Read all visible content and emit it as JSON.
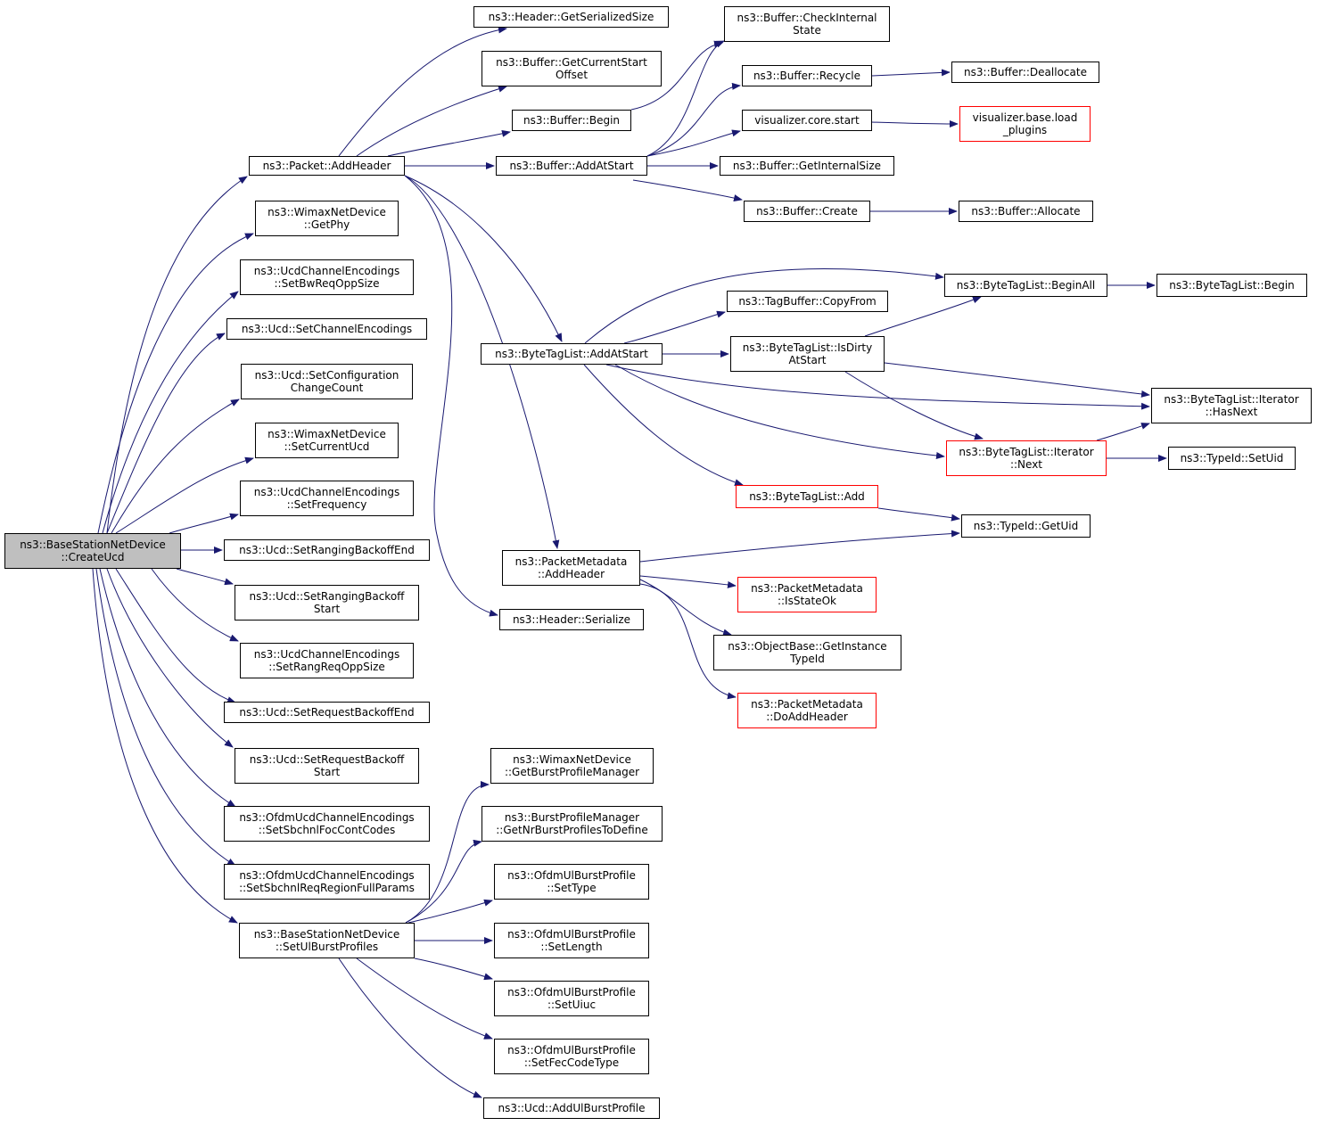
{
  "colors": {
    "edge": "#191970",
    "node_border": "#000000",
    "truncated_border": "#ff0000",
    "root_fill": "#bfbfbf",
    "background": "#ffffff"
  },
  "nodes": {
    "root": {
      "line1": "ns3::BaseStationNetDevice",
      "line2": "::CreateUcd"
    },
    "packet_addheader": {
      "line1": "ns3::Packet::AddHeader"
    },
    "getphy": {
      "line1": "ns3::WimaxNetDevice",
      "line2": "::GetPhy"
    },
    "setbwreq": {
      "line1": "ns3::UcdChannelEncodings",
      "line2": "::SetBwReqOppSize"
    },
    "setchannelenc": {
      "line1": "ns3::Ucd::SetChannelEncodings"
    },
    "setconfig": {
      "line1": "ns3::Ucd::SetConfiguration",
      "line2": "ChangeCount"
    },
    "setcurrentucd": {
      "line1": "ns3::WimaxNetDevice",
      "line2": "::SetCurrentUcd"
    },
    "setfrequency": {
      "line1": "ns3::UcdChannelEncodings",
      "line2": "::SetFrequency"
    },
    "setrangingend": {
      "line1": "ns3::Ucd::SetRangingBackoffEnd"
    },
    "setrangingstart": {
      "line1": "ns3::Ucd::SetRangingBackoff",
      "line2": "Start"
    },
    "setrangreq": {
      "line1": "ns3::UcdChannelEncodings",
      "line2": "::SetRangReqOppSize"
    },
    "setrequestend": {
      "line1": "ns3::Ucd::SetRequestBackoffEnd"
    },
    "setrequeststart": {
      "line1": "ns3::Ucd::SetRequestBackoff",
      "line2": "Start"
    },
    "sbchnlfoc": {
      "line1": "ns3::OfdmUcdChannelEncodings",
      "line2": "::SetSbchnlFocContCodes"
    },
    "sbchnlreq": {
      "line1": "ns3::OfdmUcdChannelEncodings",
      "line2": "::SetSbchnlReqRegionFullParams"
    },
    "setulburst": {
      "line1": "ns3::BaseStationNetDevice",
      "line2": "::SetUlBurstProfiles"
    },
    "header_getsize": {
      "line1": "ns3::Header::GetSerializedSize"
    },
    "buffer_getcurrent": {
      "line1": "ns3::Buffer::GetCurrentStart",
      "line2": "Offset"
    },
    "buffer_begin": {
      "line1": "ns3::Buffer::Begin"
    },
    "buffer_addatstart": {
      "line1": "ns3::Buffer::AddAtStart"
    },
    "bytetag_addatstart": {
      "line1": "ns3::ByteTagList::AddAtStart"
    },
    "packetmeta_addheader": {
      "line1": "ns3::PacketMetadata",
      "line2": "::AddHeader"
    },
    "header_serialize": {
      "line1": "ns3::Header::Serialize"
    },
    "buffer_checkinternal": {
      "line1": "ns3::Buffer::CheckInternal",
      "line2": "State"
    },
    "buffer_recycle": {
      "line1": "ns3::Buffer::Recycle"
    },
    "vis_core_start": {
      "line1": "visualizer.core.start"
    },
    "buffer_getinternal": {
      "line1": "ns3::Buffer::GetInternalSize"
    },
    "buffer_create": {
      "line1": "ns3::Buffer::Create"
    },
    "buffer_dealloc": {
      "line1": "ns3::Buffer::Deallocate"
    },
    "vis_load_plugins": {
      "line1": "visualizer.base.load",
      "line2": "_plugins"
    },
    "buffer_allocate": {
      "line1": "ns3::Buffer::Allocate"
    },
    "tagbuffer_copyfrom": {
      "line1": "ns3::TagBuffer::CopyFrom"
    },
    "bytetag_isdirty": {
      "line1": "ns3::ByteTagList::IsDirty",
      "line2": "AtStart"
    },
    "bytetag_add": {
      "line1": "ns3::ByteTagList::Add"
    },
    "bytetag_beginall": {
      "line1": "ns3::ByteTagList::BeginAll"
    },
    "bytetag_begin": {
      "line1": "ns3::ByteTagList::Begin"
    },
    "iterator_hasnext": {
      "line1": "ns3::ByteTagList::Iterator",
      "line2": "::HasNext"
    },
    "iterator_next": {
      "line1": "ns3::ByteTagList::Iterator",
      "line2": "::Next"
    },
    "typeid_setuid": {
      "line1": "ns3::TypeId::SetUid"
    },
    "typeid_getuid": {
      "line1": "ns3::TypeId::GetUid"
    },
    "pm_isstateok": {
      "line1": "ns3::PacketMetadata",
      "line2": "::IsStateOk"
    },
    "objectbase_gettypeid": {
      "line1": "ns3::ObjectBase::GetInstance",
      "line2": "TypeId"
    },
    "pm_doaddheader": {
      "line1": "ns3::PacketMetadata",
      "line2": "::DoAddHeader"
    },
    "getburstmgr": {
      "line1": "ns3::WimaxNetDevice",
      "line2": "::GetBurstProfileManager"
    },
    "getnrburst": {
      "line1": "ns3::BurstProfileManager",
      "line2": "::GetNrBurstProfilesToDefine"
    },
    "ul_settype": {
      "line1": "ns3::OfdmUlBurstProfile",
      "line2": "::SetType"
    },
    "ul_setlength": {
      "line1": "ns3::OfdmUlBurstProfile",
      "line2": "::SetLength"
    },
    "ul_setuiuc": {
      "line1": "ns3::OfdmUlBurstProfile",
      "line2": "::SetUiuc"
    },
    "ul_setfec": {
      "line1": "ns3::OfdmUlBurstProfile",
      "line2": "::SetFecCodeType"
    },
    "ucd_addul": {
      "line1": "ns3::Ucd::AddUlBurstProfile"
    }
  }
}
